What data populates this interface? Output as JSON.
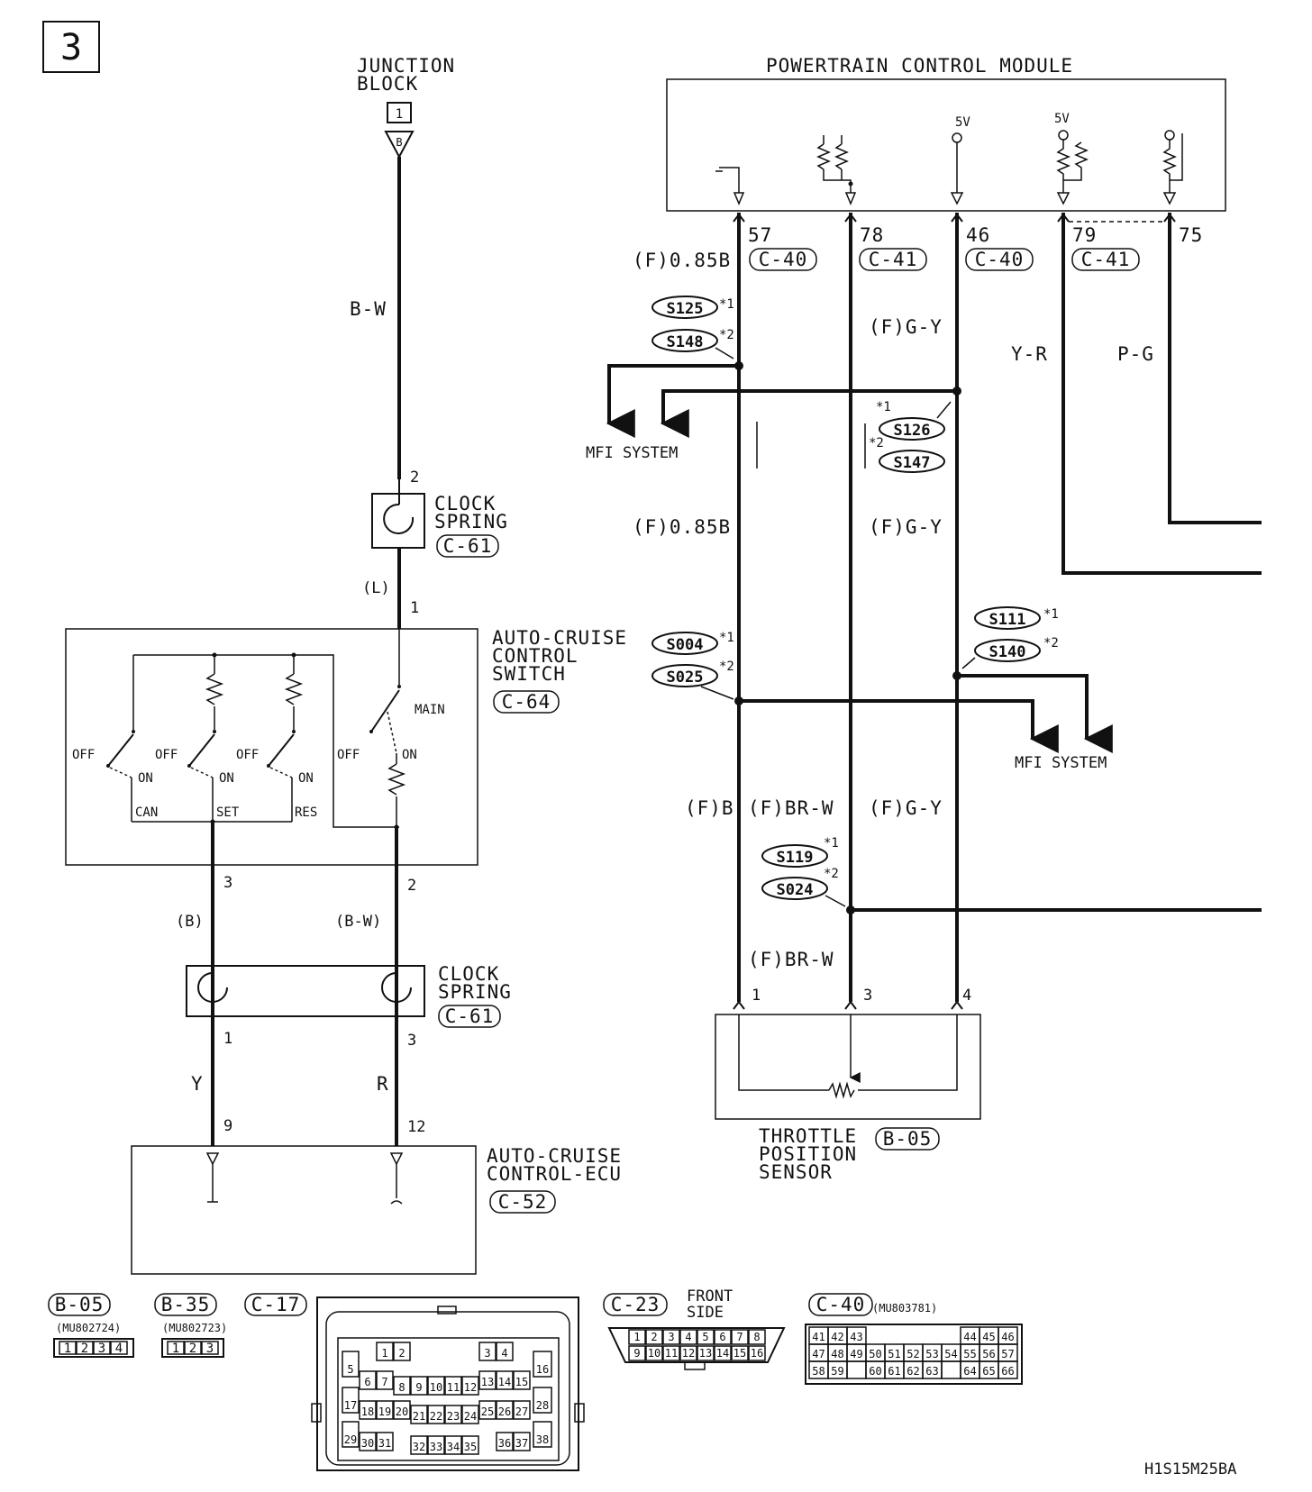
{
  "page_badge": "3",
  "drawing_code": "H1S15M25BA",
  "junction_block": {
    "title_line1": "JUNCTION",
    "title_line2": "BLOCK",
    "box": "1",
    "terminal": "B"
  },
  "clock_spring_top": {
    "line1": "CLOCK",
    "line2": "SPRING",
    "connector": "C-61",
    "pin_top": "2",
    "pin_bottom": "1"
  },
  "clock_spring_bottom": {
    "line1": "CLOCK",
    "line2": "SPRING",
    "connector": "C-61",
    "pin_y": "1",
    "pin_r": "3"
  },
  "cruise_switch": {
    "line1": "AUTO-CRUISE",
    "line2": "CONTROL",
    "line3": "SWITCH",
    "connector": "C-64",
    "main": "MAIN",
    "off": "OFF",
    "on": "ON",
    "can": "CAN",
    "set": "SET",
    "res": "RES",
    "pin_left": "3",
    "pin_right": "2"
  },
  "cruise_ecu": {
    "line1": "AUTO-CRUISE",
    "line2": "CONTROL-ECU",
    "connector": "C-52",
    "pin_left": "9",
    "pin_right": "12"
  },
  "pcm": {
    "title": "POWERTRAIN CONTROL MODULE",
    "v5": "5V",
    "pins": [
      {
        "num": "57",
        "conn": "C-40"
      },
      {
        "num": "78",
        "conn": "C-41"
      },
      {
        "num": "46",
        "conn": "C-40"
      },
      {
        "num": "79",
        "conn": "C-41"
      },
      {
        "num": "75",
        "conn": ""
      }
    ]
  },
  "wires": {
    "bw": "B-W",
    "l": "(L)",
    "b": "(B)",
    "bw2": "(B-W)",
    "y": "Y",
    "r": "R",
    "f085b_top": "(F)0.85B",
    "f085b_mid": "(F)0.85B",
    "fgy_top": "(F)G-Y",
    "fgy_mid": "(F)G-Y",
    "fgy_low": "(F)G-Y",
    "fb": "(F)B",
    "fbrw_1": "(F)BR-W",
    "fbrw_2": "(F)BR-W",
    "yr": "Y-R",
    "pg": "P-G"
  },
  "splices": {
    "s125": "S125",
    "s148": "S148",
    "s126": "S126",
    "s147": "S147",
    "s004": "S004",
    "s025": "S025",
    "s111": "S111",
    "s140": "S140",
    "s119": "S119",
    "s024": "S024",
    "n1": "*1",
    "n2": "*2"
  },
  "mfi_system": "MFI SYSTEM",
  "tps": {
    "line1": "THROTTLE",
    "line2": "POSITION",
    "line3": "SENSOR",
    "connector": "B-05",
    "pin1": "1",
    "pin3": "3",
    "pin4": "4"
  },
  "connectors": {
    "b05": {
      "label": "B-05",
      "part": "(MU802724)",
      "pins": [
        "1",
        "2",
        "3",
        "4"
      ]
    },
    "b35": {
      "label": "B-35",
      "part": "(MU802723)",
      "pins": [
        "1",
        "2",
        "3"
      ]
    },
    "c17": {
      "label": "C-17",
      "pins": [
        "1",
        "2",
        "3",
        "4",
        "5",
        "6",
        "7",
        "8",
        "9",
        "10",
        "11",
        "12",
        "13",
        "14",
        "15",
        "16",
        "17",
        "18",
        "19",
        "20",
        "21",
        "22",
        "23",
        "24",
        "25",
        "26",
        "27",
        "28",
        "29",
        "30",
        "31",
        "32",
        "33",
        "34",
        "35",
        "36",
        "37",
        "38"
      ]
    },
    "c23": {
      "label": "C-23",
      "side1": "FRONT",
      "side2": "SIDE",
      "row1": [
        "1",
        "2",
        "3",
        "4",
        "5",
        "6",
        "7",
        "8"
      ],
      "row2": [
        "9",
        "10",
        "11",
        "12",
        "13",
        "14",
        "15",
        "16"
      ]
    },
    "c40": {
      "label": "C-40",
      "part": "(MU803781)",
      "row1": [
        "41",
        "42",
        "43",
        "",
        "",
        "44",
        "45",
        "46"
      ],
      "row2": [
        "47",
        "48",
        "49",
        "50",
        "51",
        "52",
        "53",
        "54",
        "55",
        "56",
        "57"
      ],
      "row3": [
        "58",
        "59",
        "",
        "60",
        "61",
        "62",
        "63",
        "",
        "64",
        "65",
        "66"
      ]
    }
  }
}
